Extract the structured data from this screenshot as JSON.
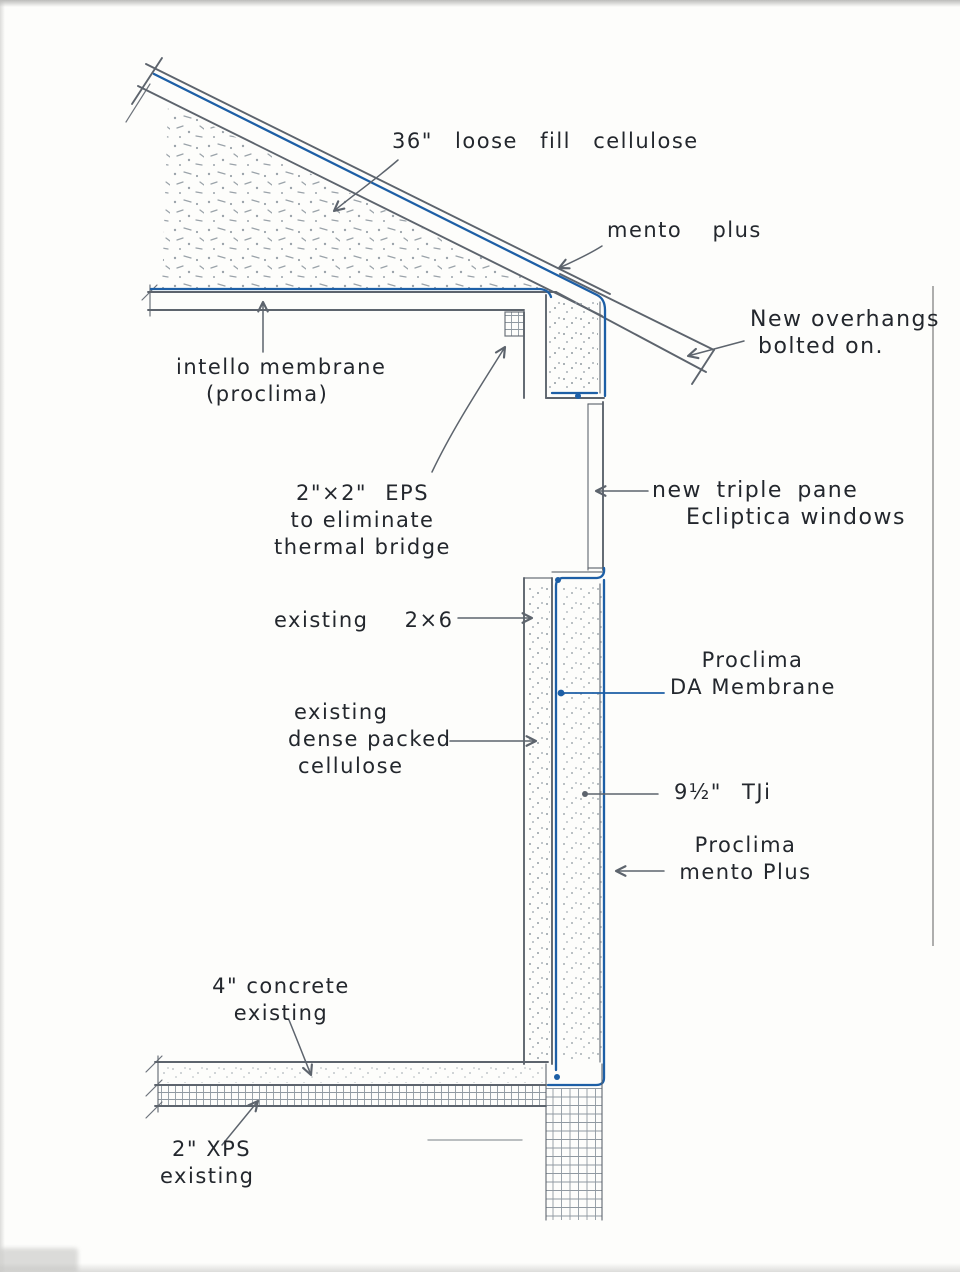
{
  "meta": {
    "title": "Hand-drawn wall and roof retrofit section sketch"
  },
  "colors": {
    "pencil": "#5d646d",
    "blue": "#1d5fa6",
    "texture": "#9099a1",
    "ink_text": "#23272d",
    "paper": "#fdfdfb"
  },
  "labels": {
    "loose_fill": "36\" loose fill cellulose",
    "mento_plus": "mento plus",
    "overhangs_line1": "New overhangs",
    "overhangs_line2": "bolted on.",
    "intello_line1": "intello membrane",
    "intello_line2": "(proclima)",
    "eps_line1": "2\"×2\" EPS",
    "eps_line2": "to eliminate",
    "eps_line3": "thermal bridge",
    "window_line1": "new triple pane",
    "window_line2": "Ecliptica windows",
    "existing_2x6": "existing 2×6",
    "da_line1": "Proclima",
    "da_line2": "DA Membrane",
    "dense_line1": "existing",
    "dense_line2": "dense packed",
    "dense_line3": "cellulose",
    "tji": "9½\" TJi",
    "mento_wall_line1": "Proclima",
    "mento_wall_line2": "mento Plus",
    "concrete_line1": "4\" concrete",
    "concrete_line2": "existing",
    "xps_line1": "2\" XPS",
    "xps_line2": "existing"
  }
}
